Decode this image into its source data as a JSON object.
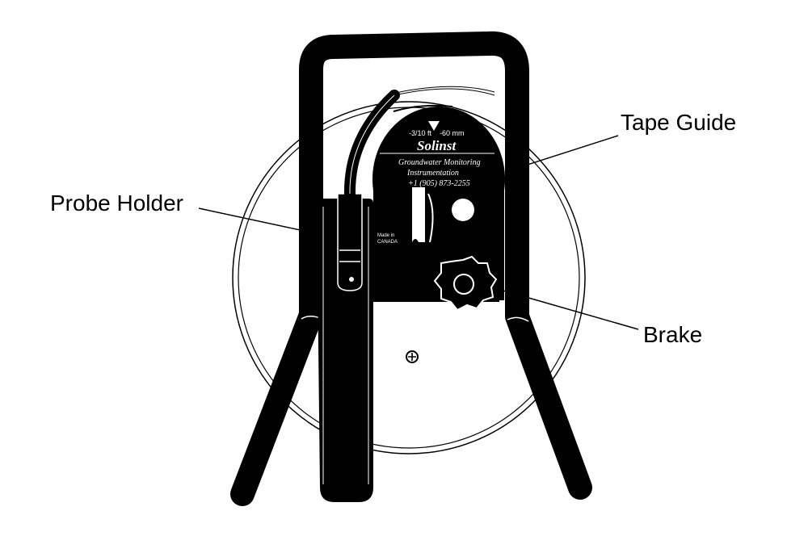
{
  "diagram": {
    "callouts": {
      "tape_guide": "Tape Guide",
      "probe_holder": "Probe Holder",
      "brake": "Brake"
    },
    "faceplate": {
      "scale_ft": "-3/10 ft",
      "scale_mm": "-60 mm",
      "brand": "Solinst",
      "line1": "Groundwater Monitoring",
      "line2": "Instrumentation",
      "phone": "+1 (905) 873-2255",
      "made_in_1": "Made in",
      "made_in_2": "CANADA"
    },
    "colors": {
      "ink": "#000000",
      "paper": "#ffffff"
    }
  }
}
